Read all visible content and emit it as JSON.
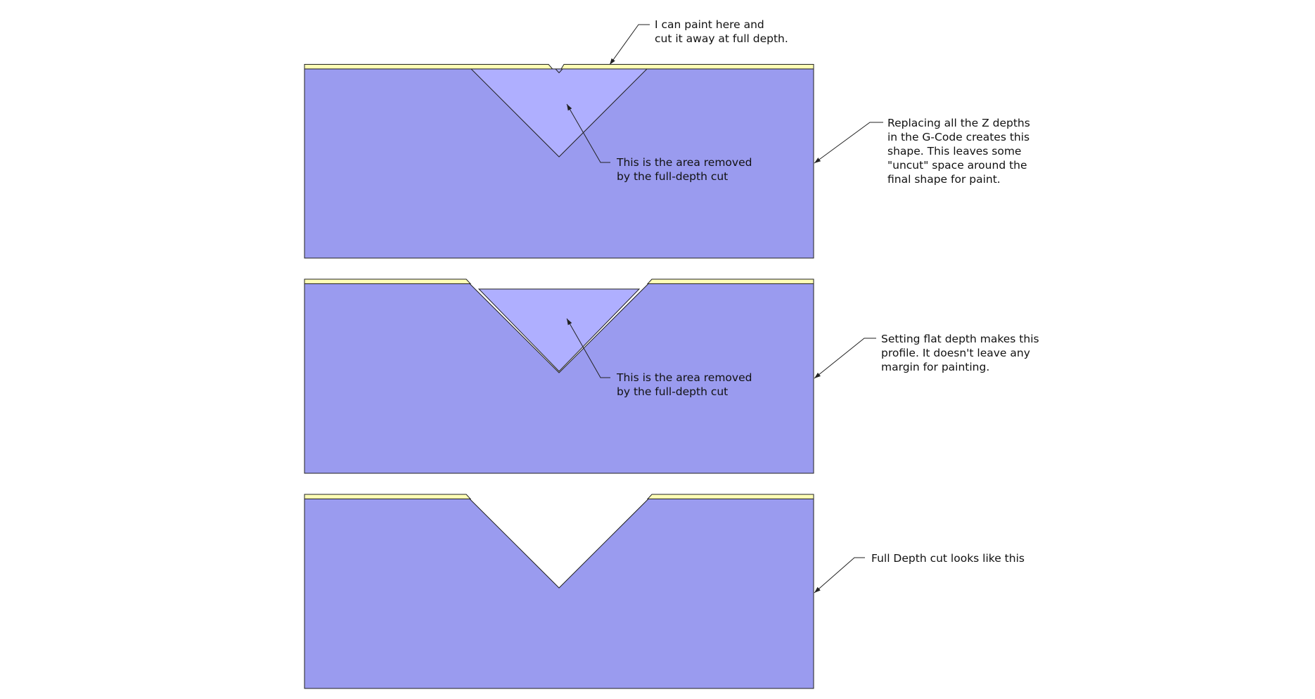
{
  "colors": {
    "material": "#9a9bef",
    "removed": "#afafff",
    "paint": "#ffffb5",
    "outline": "#222222",
    "background": "#ffffff"
  },
  "panels": [
    {
      "profile": "shallow-v-paint-notch",
      "removed_label": "This is the area removed\nby the full-depth cut",
      "paint_label": "I can paint here and\ncut it away at full depth.",
      "description": "Replacing all the Z depths\nin the G-Code creates this\nshape. This leaves some\n\"uncut\" space around the\nfinal shape for paint."
    },
    {
      "profile": "flat-depth",
      "removed_label": "This is the area removed\nby the full-depth cut",
      "description": "Setting flat depth makes this\nprofile. It doesn't leave any\nmargin for painting."
    },
    {
      "profile": "full-depth",
      "description": "Full Depth cut looks like this"
    }
  ]
}
